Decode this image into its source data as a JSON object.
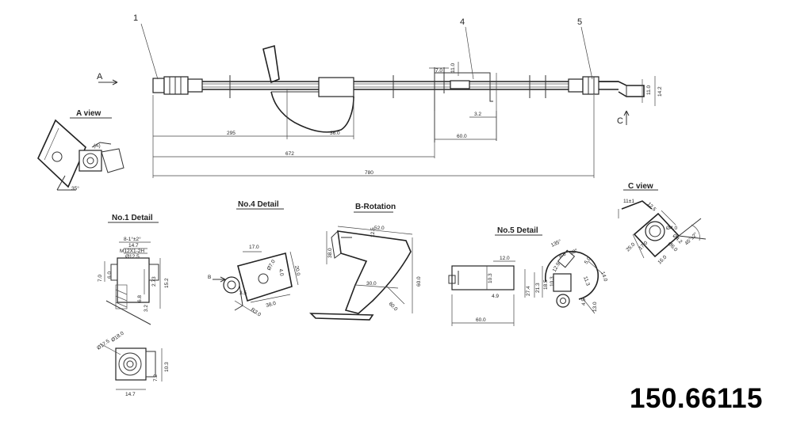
{
  "part_number": "150.66115",
  "callouts": [
    "1",
    "4",
    "5"
  ],
  "view_markers": {
    "a": "A",
    "c": "C",
    "b": "B"
  },
  "main_dims": {
    "d1": "295",
    "d2": "36.0",
    "d3": "672",
    "d4": "780",
    "d5": "60.0",
    "d6": "3.2",
    "d7": "7.0",
    "d8": "11.0",
    "d9": "11.0",
    "d10": "14.2"
  },
  "a_view": {
    "title": "A view",
    "marker": "(A)",
    "angle": "35°"
  },
  "detail1": {
    "title": "No.1  Detail",
    "dims": [
      "8-1°±2°",
      "14.7",
      "M12X1-2H",
      "Ø12.5",
      "7.0",
      "6.0",
      "2.73",
      "15.2",
      "6.8",
      "3.2",
      "Ø18.0",
      "Ø17.5",
      "10.3",
      "7.2",
      "14.7"
    ]
  },
  "detail4": {
    "title": "No.4  Detail",
    "marker": "B",
    "dims": [
      "17.0",
      "Ø7.0",
      "20.0",
      "4.0",
      "38.0",
      "R3.0",
      "3.5"
    ]
  },
  "b_rotation": {
    "title": "B-Rotation",
    "dims": [
      "52.0",
      "12.5",
      "38.0",
      "30.0",
      "60.0",
      "60.0"
    ]
  },
  "detail5": {
    "title": "No.5  Detail",
    "dims": [
      "12.0",
      "10.3",
      "27.4",
      "21.3",
      "18.5",
      "60.0",
      "4.9",
      "135°",
      "8.0",
      "30°",
      "12.9",
      "5.0",
      "14.0",
      "11.3",
      "10.3",
      "4.5",
      "13.0"
    ]
  },
  "c_view": {
    "title": "C view",
    "dims": [
      "11±1",
      "12.5",
      "Ø4.0",
      "Ø4.2",
      "Ø6.0",
      "25.0",
      "17.0",
      "16.0",
      "45°±2°"
    ]
  }
}
